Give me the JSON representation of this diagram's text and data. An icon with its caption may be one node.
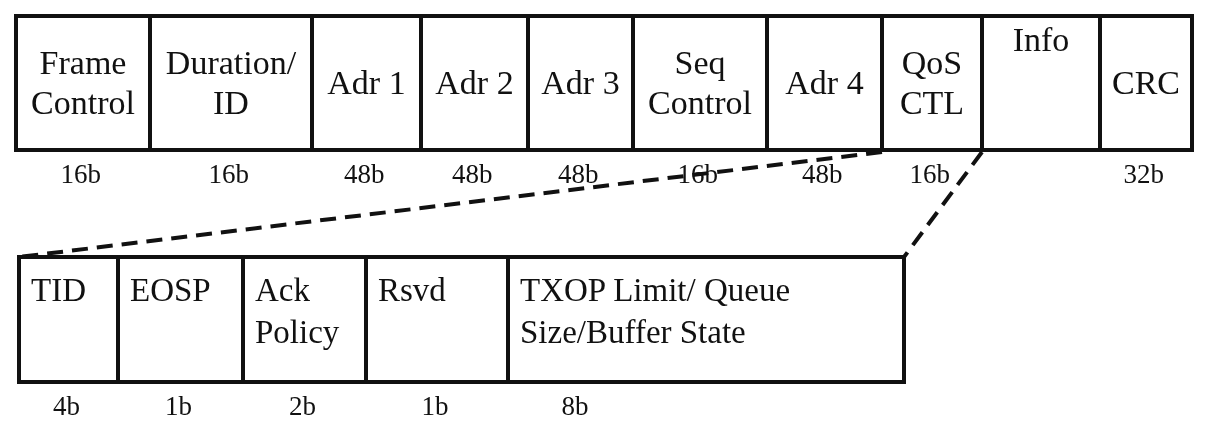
{
  "diagram": {
    "nodes": [
      {
        "text": [
          "Frame Control"
        ],
        "beside": [
          "16b"
        ]
      },
      {
        "text": [
          "Duration/ ID"
        ],
        "beside": [
          "16b"
        ]
      },
      {
        "text": [
          "Adr 1"
        ],
        "beside": [
          "48b"
        ]
      },
      {
        "text": [
          "Adr 2"
        ],
        "beside": [
          "48b"
        ]
      },
      {
        "text": [
          "Adr 3"
        ],
        "beside": [
          "48b"
        ]
      },
      {
        "text": [
          "Seq Control"
        ],
        "beside": [
          "16b"
        ]
      },
      {
        "text": [
          "Adr 4"
        ],
        "beside": [
          "48b"
        ]
      },
      {
        "text": [
          "QoS CTL"
        ],
        "beside": [
          "16b"
        ]
      },
      {
        "text": [
          "Info"
        ]
      },
      {
        "text": [
          "CRC"
        ],
        "beside": [
          "32b"
        ]
      },
      {
        "text": [
          "TID"
        ],
        "beside": [
          "4b"
        ]
      },
      {
        "text": [
          "EOSP"
        ],
        "beside": [
          "1b"
        ]
      },
      {
        "text": [
          "Ack Policy"
        ],
        "beside": [
          "2b"
        ]
      },
      {
        "text": [
          "Rsvd"
        ],
        "beside": [
          "1b"
        ]
      },
      {
        "text": [
          "TXOP Limit/ Queue Size/Buffer State"
        ],
        "beside": [
          "8b"
        ]
      }
    ],
    "edges": [
      {
        "from": 7,
        "to": 10,
        "arrow": "none",
        "style": "dashed"
      },
      {
        "from": 7,
        "to": 14,
        "arrow": "none",
        "style": "dashed"
      }
    ]
  }
}
